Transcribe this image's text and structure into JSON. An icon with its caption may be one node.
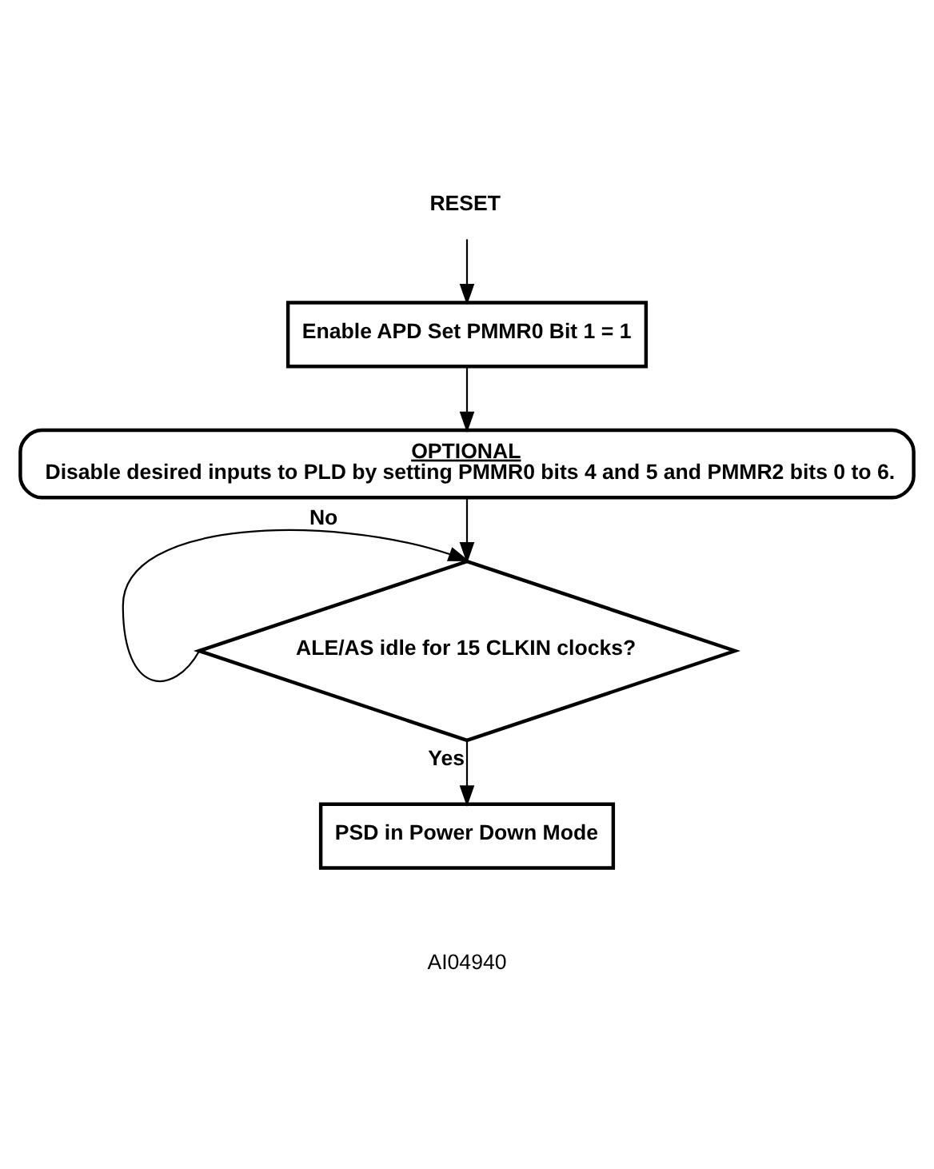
{
  "diagram": {
    "nodes": [
      {
        "text": [
          "RESET"
        ]
      },
      {
        "text": [
          "Enable APD Set PMMR0 Bit 1 = 1"
        ]
      },
      {
        "text": [
          "OPTIONAL",
          "Disable desired inputs to PLD by setting PMMR0 bits 4 and 5 and PMMR2 bits 0 to 6."
        ]
      },
      {
        "text": [
          "ALE/AS idle for 15 CLKIN clocks?"
        ]
      },
      {
        "text": [
          "PSD in Power Down Mode"
        ]
      }
    ],
    "edges": [
      {
        "from": 0,
        "to": 1,
        "arrow": "to"
      },
      {
        "from": 1,
        "to": 2,
        "arrow": "to"
      },
      {
        "from": 2,
        "to": 3,
        "arrow": "to"
      },
      {
        "from": 3,
        "to": 3,
        "arrow": "to",
        "label": "No"
      },
      {
        "from": 3,
        "to": 4,
        "arrow": "to",
        "label": "Yes"
      }
    ],
    "labels": [
      "AI04940"
    ]
  }
}
